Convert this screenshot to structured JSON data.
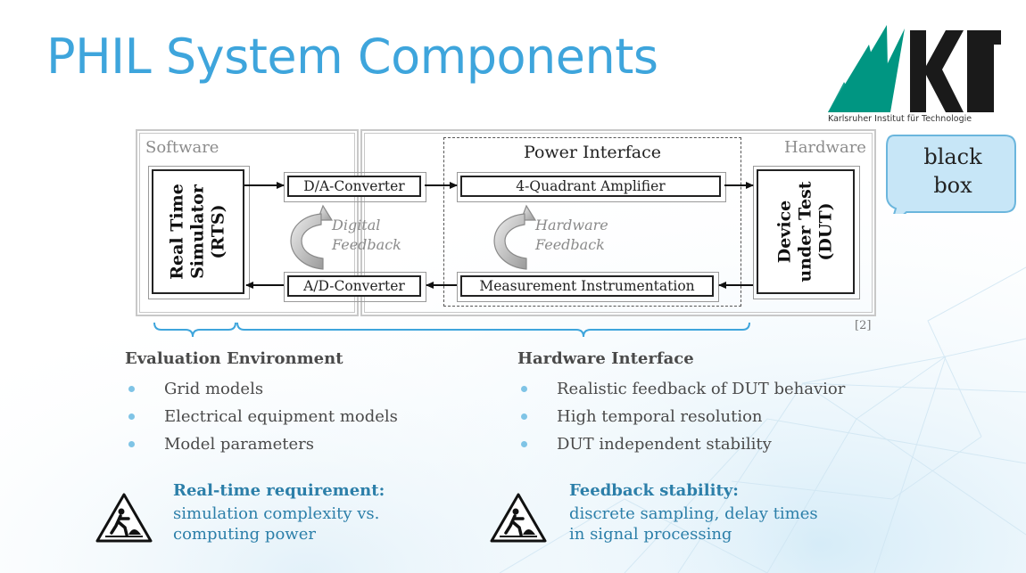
{
  "title": "PHIL System Components",
  "logo": {
    "text": "KIT",
    "subtitle": "Karlsruher Institut für Technologie"
  },
  "diagram": {
    "software_label": "Software",
    "hardware_label": "Hardware",
    "power_interface_label": "Power Interface",
    "rts": {
      "line1": "Real Time",
      "line2": "Simulator",
      "line3": "(RTS)"
    },
    "da_converter": "D/A-Converter",
    "ad_converter": "A/D-Converter",
    "amplifier": "4-Quadrant Amplifier",
    "measurement": "Measurement Instrumentation",
    "dut": {
      "line1": "Device",
      "line2": "under Test",
      "line3": "(DUT)"
    },
    "digital_feedback": {
      "line1": "Digital",
      "line2": "Feedback"
    },
    "hardware_feedback": {
      "line1": "Hardware",
      "line2": "Feedback"
    },
    "reference": "[2]"
  },
  "callout": {
    "line1": "black",
    "line2": "box"
  },
  "evaluation": {
    "heading": "Evaluation Environment",
    "items": [
      "Grid models",
      "Electrical equipment models",
      "Model parameters"
    ]
  },
  "hardware_interface": {
    "heading": "Hardware Interface",
    "items": [
      "Realistic feedback of DUT behavior",
      "High temporal resolution",
      "DUT independent stability"
    ]
  },
  "requirements": [
    {
      "icon": "construction-warning-icon",
      "heading": "Real-time requirement:",
      "line1": "simulation complexity vs.",
      "line2": "computing power"
    },
    {
      "icon": "construction-warning-icon",
      "heading": "Feedback stability:",
      "line1": "discrete sampling, delay times",
      "line2": "in signal processing"
    }
  ],
  "colors": {
    "title": "#3ea5dc",
    "accent": "#2c7fa9",
    "bullet": "#7fc4e6",
    "callout_fill": "#c7e6f7",
    "callout_stroke": "#6bb6dd"
  }
}
